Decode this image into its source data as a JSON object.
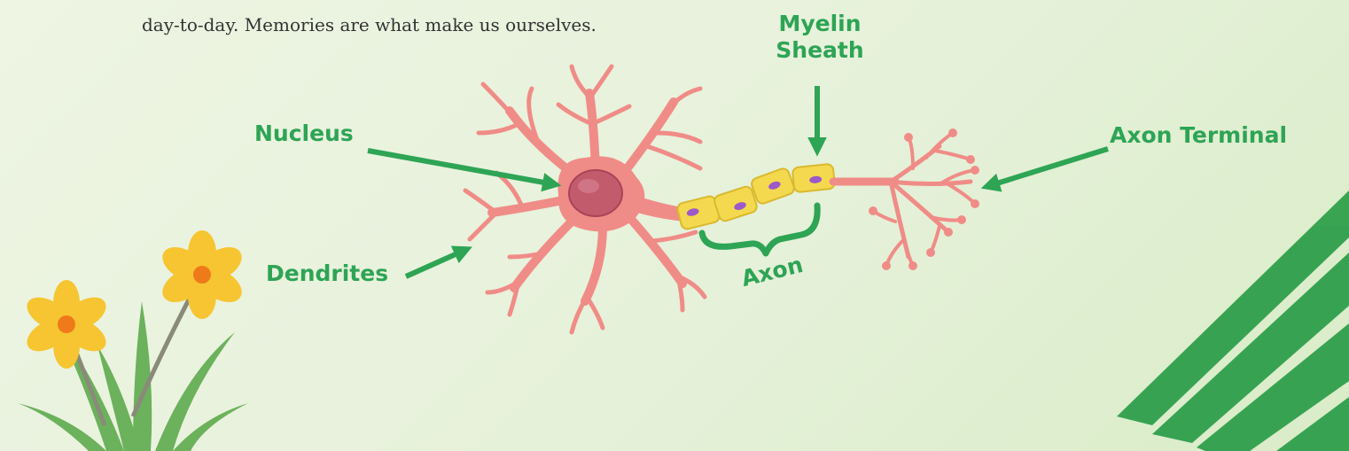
{
  "intro_text": "day-to-day. Memories are what make us ourselves.",
  "labels": {
    "myelin_line1": "Myelin",
    "myelin_line2": "Sheath",
    "nucleus": "Nucleus",
    "dendrites": "Dendrites",
    "axon": "Axon",
    "axon_terminal": "Axon Terminal"
  },
  "colors": {
    "label_green": "#2ea455",
    "neuron_body": "#f08c87",
    "nucleus": "#c25b6b",
    "myelin": "#f4d94e",
    "myelin_nucleus": "#9b59c9",
    "flower_petal": "#f6c531",
    "leaf": "#5faa4e",
    "brush_stroke": "#2a9d48"
  }
}
